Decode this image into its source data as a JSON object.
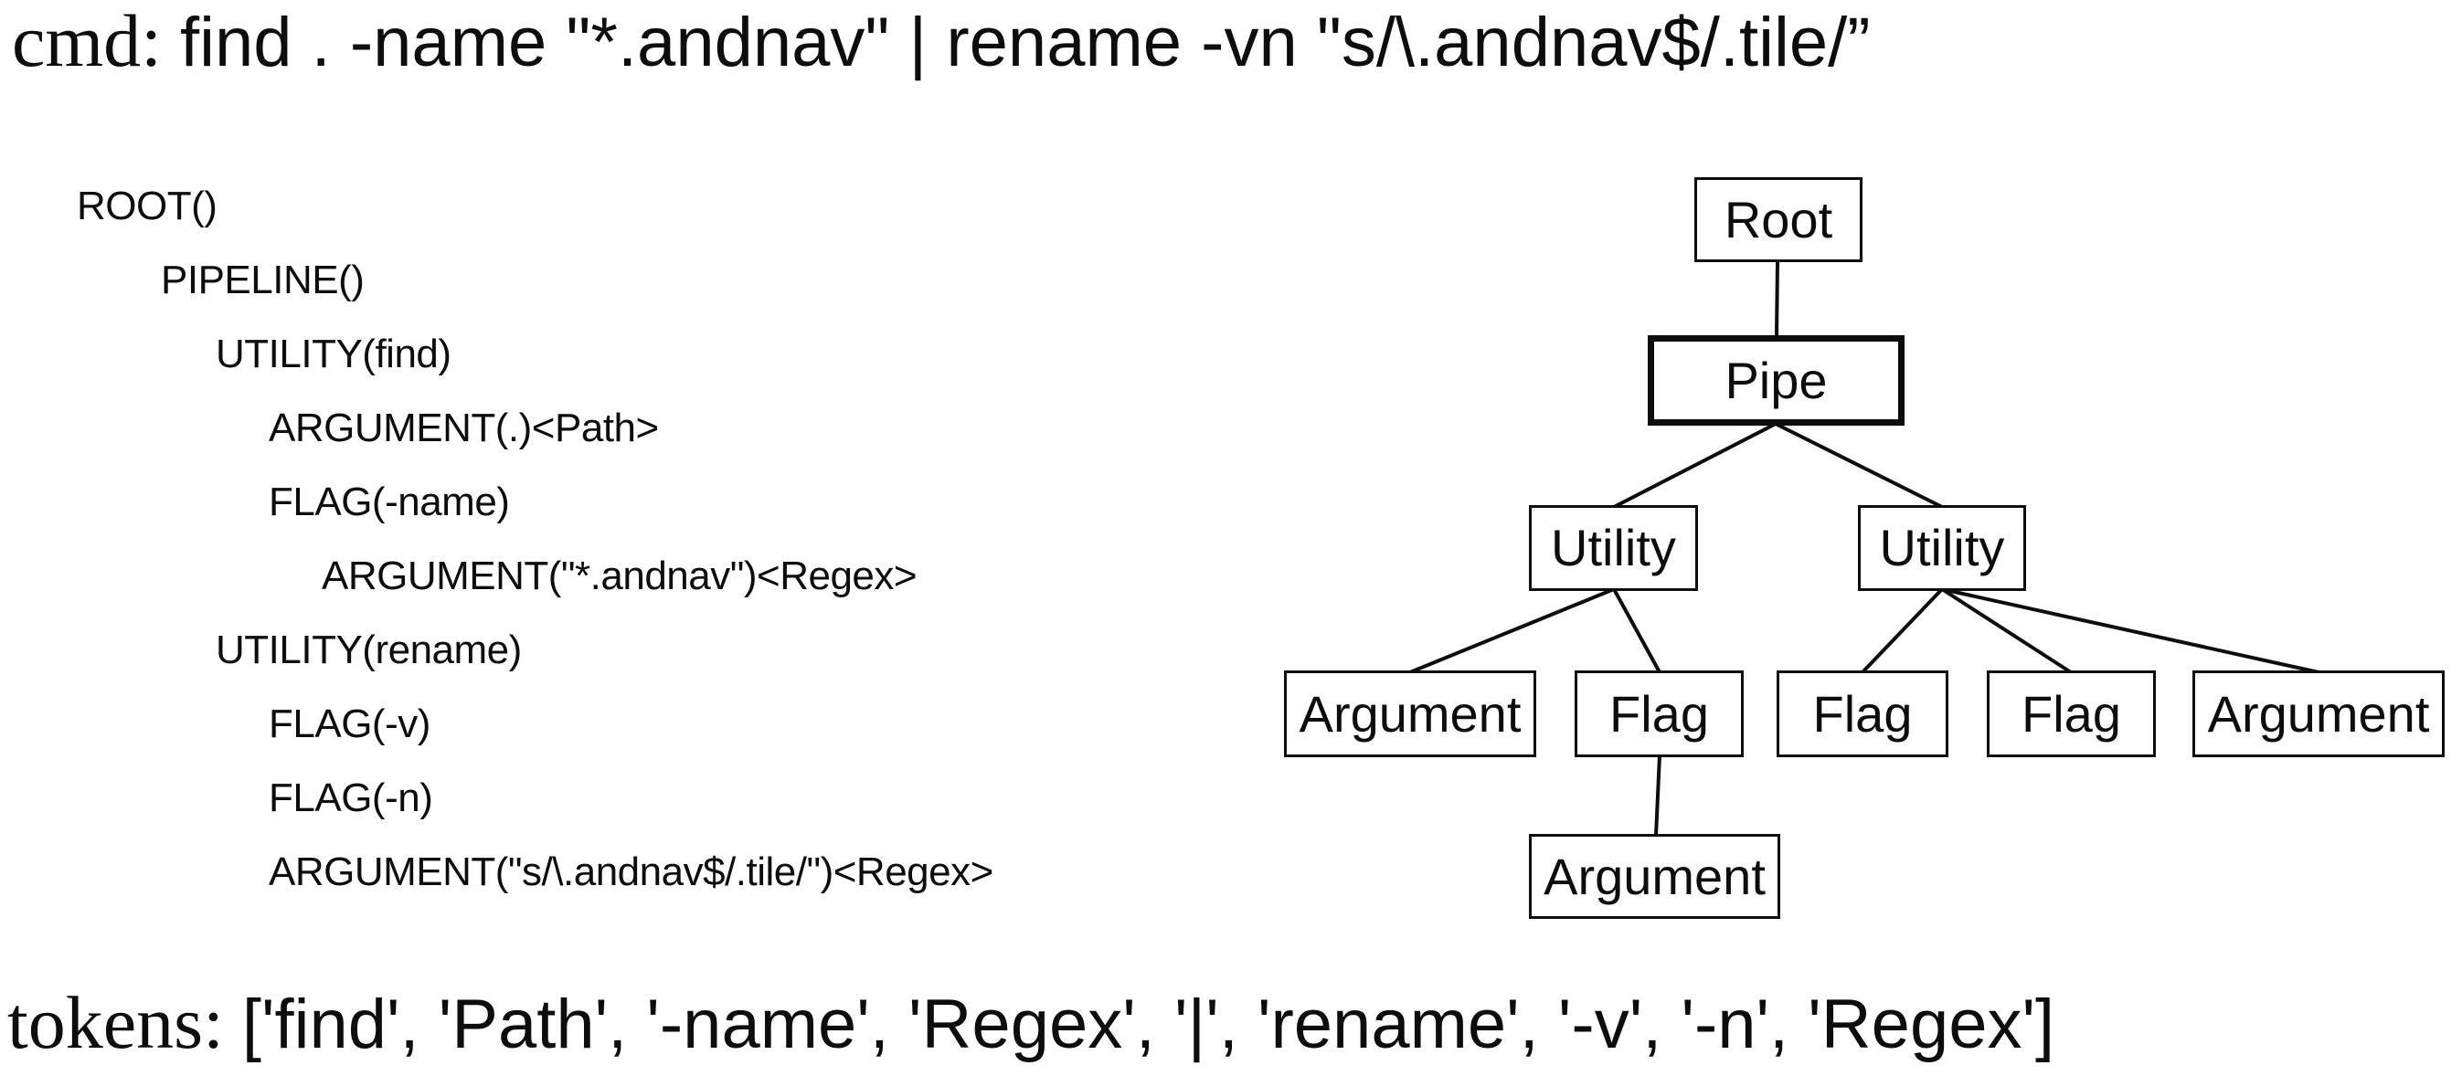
{
  "page": {
    "background": "#ffffff",
    "ink": "#0d0d0d"
  },
  "cmd": {
    "label": "cmd:",
    "command": "find . -name \"*.andnav\" | rename -vn \"s/\\.andnav$/.tile/”"
  },
  "ast": {
    "lines": [
      {
        "depth": 0,
        "text": "ROOT()"
      },
      {
        "depth": 1,
        "text": "PIPELINE()"
      },
      {
        "depth": 2,
        "text": "UTILITY(find)"
      },
      {
        "depth": 3,
        "text": "ARGUMENT(.)<Path>"
      },
      {
        "depth": 3,
        "text": "FLAG(-name)"
      },
      {
        "depth": 4,
        "text": "ARGUMENT(\"*.andnav\")<Regex>"
      },
      {
        "depth": 2,
        "text": "UTILITY(rename)"
      },
      {
        "depth": 3,
        "text": "FLAG(-v)"
      },
      {
        "depth": 3,
        "text": "FLAG(-n)"
      },
      {
        "depth": 3,
        "text": "ARGUMENT(\"s/\\.andnav$/.tile/\")<Regex>"
      }
    ]
  },
  "diagram": {
    "nodes": [
      {
        "id": "root",
        "label": "Root",
        "emphasized": false
      },
      {
        "id": "pipe",
        "label": "Pipe",
        "emphasized": true
      },
      {
        "id": "utility-find",
        "label": "Utility",
        "emphasized": false
      },
      {
        "id": "utility-rename",
        "label": "Utility",
        "emphasized": false
      },
      {
        "id": "argument-path",
        "label": "Argument",
        "emphasized": false
      },
      {
        "id": "flag-name",
        "label": "Flag",
        "emphasized": false
      },
      {
        "id": "flag-v",
        "label": "Flag",
        "emphasized": false
      },
      {
        "id": "flag-n",
        "label": "Flag",
        "emphasized": false
      },
      {
        "id": "argument-regex-rename",
        "label": "Argument",
        "emphasized": false
      },
      {
        "id": "argument-regex-find",
        "label": "Argument",
        "emphasized": false
      }
    ],
    "edges": [
      [
        "root",
        "pipe"
      ],
      [
        "pipe",
        "utility-find"
      ],
      [
        "pipe",
        "utility-rename"
      ],
      [
        "utility-find",
        "argument-path"
      ],
      [
        "utility-find",
        "flag-name"
      ],
      [
        "flag-name",
        "argument-regex-find"
      ],
      [
        "utility-rename",
        "flag-v"
      ],
      [
        "utility-rename",
        "flag-n"
      ],
      [
        "utility-rename",
        "argument-regex-rename"
      ]
    ]
  },
  "tokens": {
    "label": "tokens:",
    "value": "['find', 'Path', '-name', 'Regex', '|', 'rename', '-v', '-n', 'Regex']"
  }
}
